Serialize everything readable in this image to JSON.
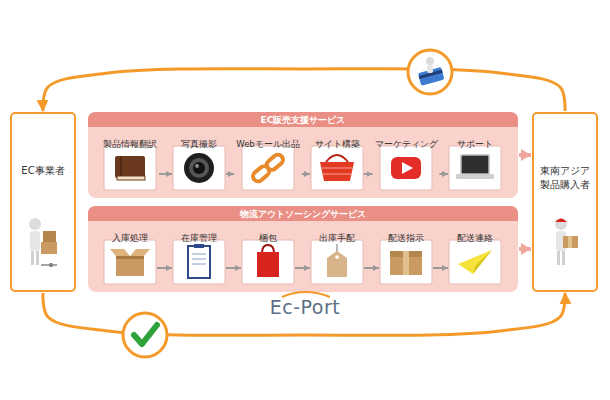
{
  "diagram": {
    "nodes": [
      {
        "text": [
          "EC事業者"
        ]
      },
      {
        "text": [
          "EC販売支援サービス"
        ]
      },
      {
        "text": [
          "製品情報翻訳"
        ],
        "in": 1
      },
      {
        "text": [
          "写真撮影"
        ],
        "in": 1
      },
      {
        "text": [
          "Webモール出品"
        ],
        "in": 1
      },
      {
        "text": [
          "サイト構築"
        ],
        "in": 1
      },
      {
        "text": [
          "マーケティング"
        ],
        "in": 1
      },
      {
        "text": [
          "サポート"
        ],
        "in": 1
      },
      {
        "text": [
          "物流アウトソーシングサービス"
        ]
      },
      {
        "text": [
          "入庫処理"
        ],
        "in": 8
      },
      {
        "text": [
          "在庫管理"
        ],
        "in": 8
      },
      {
        "text": [
          "梱包"
        ],
        "in": 8
      },
      {
        "text": [
          "出庫手配"
        ],
        "in": 8
      },
      {
        "text": [
          "配送指示"
        ],
        "in": 8
      },
      {
        "text": [
          "配送連絡"
        ],
        "in": 8
      },
      {
        "text": [
          "東南アジア 製品購入者"
        ]
      }
    ],
    "edges": [
      {
        "from": 2,
        "to": 3,
        "arrow": "to"
      },
      {
        "from": 3,
        "to": 4,
        "arrow": "to"
      },
      {
        "from": 4,
        "to": 5,
        "arrow": "to"
      },
      {
        "from": 5,
        "to": 6,
        "arrow": "to"
      },
      {
        "from": 6,
        "to": 7,
        "arrow": "to"
      },
      {
        "from": 9,
        "to": 10,
        "arrow": "to"
      },
      {
        "from": 10,
        "to": 11,
        "arrow": "to"
      },
      {
        "from": 11,
        "to": 12,
        "arrow": "to"
      },
      {
        "from": 12,
        "to": 13,
        "arrow": "to"
      },
      {
        "from": 13,
        "to": 14,
        "arrow": "to"
      },
      {
        "from": 1,
        "to": 15,
        "arrow": "to"
      },
      {
        "from": 8,
        "to": 15,
        "arrow": "to"
      },
      {
        "from": 15,
        "to": 0,
        "arrow": "to"
      },
      {
        "from": 0,
        "to": 15,
        "arrow": "to"
      }
    ],
    "labels": [
      "Ec-Port"
    ]
  }
}
